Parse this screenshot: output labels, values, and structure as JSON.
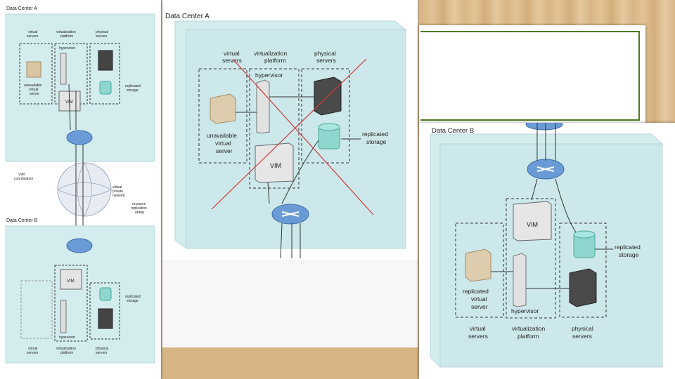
{
  "left_panel": {
    "dc_a_title": "Data Center A",
    "dc_b_title": "Data Center B",
    "col_virtual": "virtual servers",
    "col_platform": "virtualization platform",
    "col_physical": "physical servers",
    "hypervisor": "hypervisor",
    "unavailable": "unavailable virtual server",
    "vim": "VIM",
    "replicated_storage": "replicated storage",
    "vim_coordination": "VIM coordination",
    "virtual_private_network": "virtual private network",
    "resource_replication": "resource replication (data)"
  },
  "center_panel": {
    "title": "Data Center A",
    "col_virtual": [
      "virtual",
      "servers"
    ],
    "col_platform": [
      "virtualization",
      "platform"
    ],
    "col_physical": [
      "physical",
      "servers"
    ],
    "hypervisor": "hypervisor",
    "unavailable": [
      "unavailable",
      "virtual",
      "server"
    ],
    "vim": "VIM",
    "replicated_storage": [
      "replicated",
      "storage"
    ]
  },
  "right_panel": {
    "title": "Data Center B",
    "vim": "VIM",
    "replicated_storage": [
      "replicated",
      "storage"
    ],
    "replicated_vs": [
      "replicated",
      "virtual",
      "server"
    ],
    "hypervisor": "hypervisor",
    "col_virtual": [
      "virtual",
      "servers"
    ],
    "col_platform": [
      "virtualization",
      "platform"
    ],
    "col_physical": [
      "physical",
      "servers"
    ]
  },
  "colors": {
    "glass": "#cfe9ec",
    "router": "#6a9bd6",
    "storage": "#8fd6cf",
    "server": "#444444",
    "strike": "#d23a3a",
    "slide_border": "#4f7a1f"
  }
}
